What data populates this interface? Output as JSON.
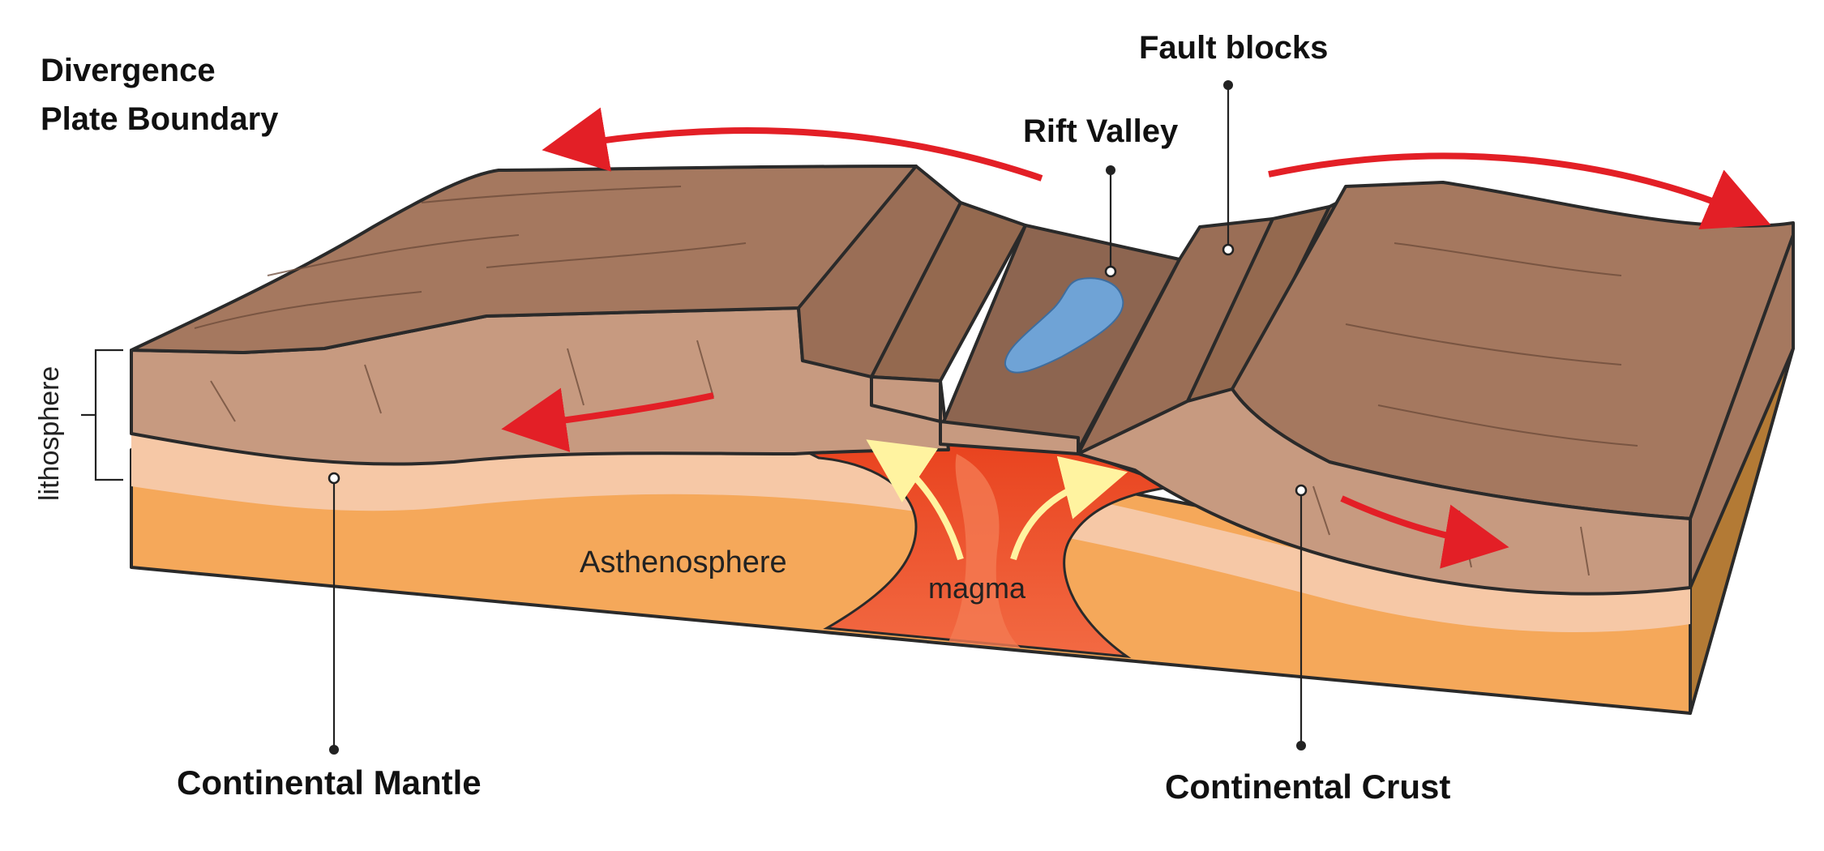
{
  "diagram": {
    "title_lines": [
      "Divergence",
      "Plate Boundary"
    ],
    "labels": {
      "fault_blocks": "Fault blocks",
      "rift_valley": "Rift Valley",
      "lithosphere": "lithosphere",
      "asthenosphere": "Asthenosphere",
      "magma": "magma",
      "continental_mantle": "Continental Mantle",
      "continental_crust": "Continental Crust"
    },
    "colors": {
      "crust_top": "#a5785f",
      "crust_side": "#c79a80",
      "crust_dark": "#8d6550",
      "mantle_light": "#f6c8a6",
      "asthenosphere": "#f5a85a",
      "magma": "#ec4a22",
      "magma_core": "#f47a52",
      "lake": "#6fa3d6",
      "arrow_red": "#e31f26",
      "arrow_yellow": "#fff3a0",
      "slab_right": "#b37a35"
    }
  }
}
